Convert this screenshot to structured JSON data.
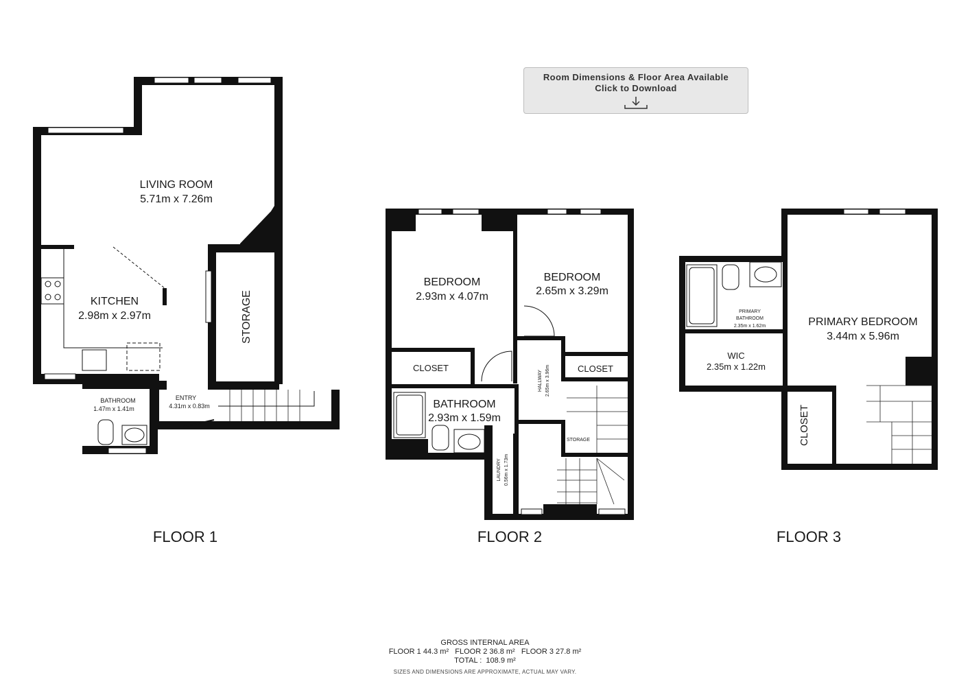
{
  "download": {
    "line1": "Room Dimensions & Floor Area Available",
    "line2": "Click to Download",
    "icon": "download-icon"
  },
  "floors": [
    {
      "title": "FLOOR 1"
    },
    {
      "title": "FLOOR 2"
    },
    {
      "title": "FLOOR 3"
    }
  ],
  "rooms": {
    "f1_living": {
      "name": "LIVING ROOM",
      "dims": "5.71m x 7.26m"
    },
    "f1_kitchen": {
      "name": "KITCHEN",
      "dims": "2.98m x 2.97m"
    },
    "f1_storage": {
      "name": "STORAGE"
    },
    "f1_bathroom": {
      "name": "BATHROOM",
      "dims": "1.47m x 1.41m"
    },
    "f1_entry": {
      "name": "ENTRY",
      "dims": "4.31m x 0.83m"
    },
    "f2_bedroom1": {
      "name": "BEDROOM",
      "dims": "2.93m x 4.07m"
    },
    "f2_bedroom2": {
      "name": "BEDROOM",
      "dims": "2.65m x 3.29m"
    },
    "f2_closet1": {
      "name": "CLOSET"
    },
    "f2_closet2": {
      "name": "CLOSET"
    },
    "f2_bathroom": {
      "name": "BATHROOM",
      "dims": "2.93m x 1.59m"
    },
    "f2_hallway": {
      "name": "HALLWAY",
      "dims": "2.65m x 3.96m"
    },
    "f2_storage": {
      "name": "STORAGE"
    },
    "f2_laundry": {
      "name": "LAUNDRY",
      "dims": "0.56m x 1.73m"
    },
    "f3_primary_bedroom": {
      "name": "PRIMARY BEDROOM",
      "dims": "3.44m x 5.96m"
    },
    "f3_primary_bathroom": {
      "name1": "PRIMARY",
      "name2": "BATHROOM",
      "dims": "2.35m x 1.62m"
    },
    "f3_wic": {
      "name": "WIC",
      "dims": "2.35m x 1.22m"
    },
    "f3_closet": {
      "name": "CLOSET"
    }
  },
  "gross_internal_area": {
    "heading": "GROSS INTERNAL AREA",
    "line": "FLOOR 1 44.3 m²   FLOOR 2 36.8 m²   FLOOR 3 27.8 m²",
    "total": "TOTAL :  108.9 m²",
    "disclaimer": "SIZES AND DIMENSIONS ARE APPROXIMATE, ACTUAL MAY VARY."
  },
  "colors": {
    "wall": "#111111",
    "button_bg": "#e8e8e8"
  }
}
